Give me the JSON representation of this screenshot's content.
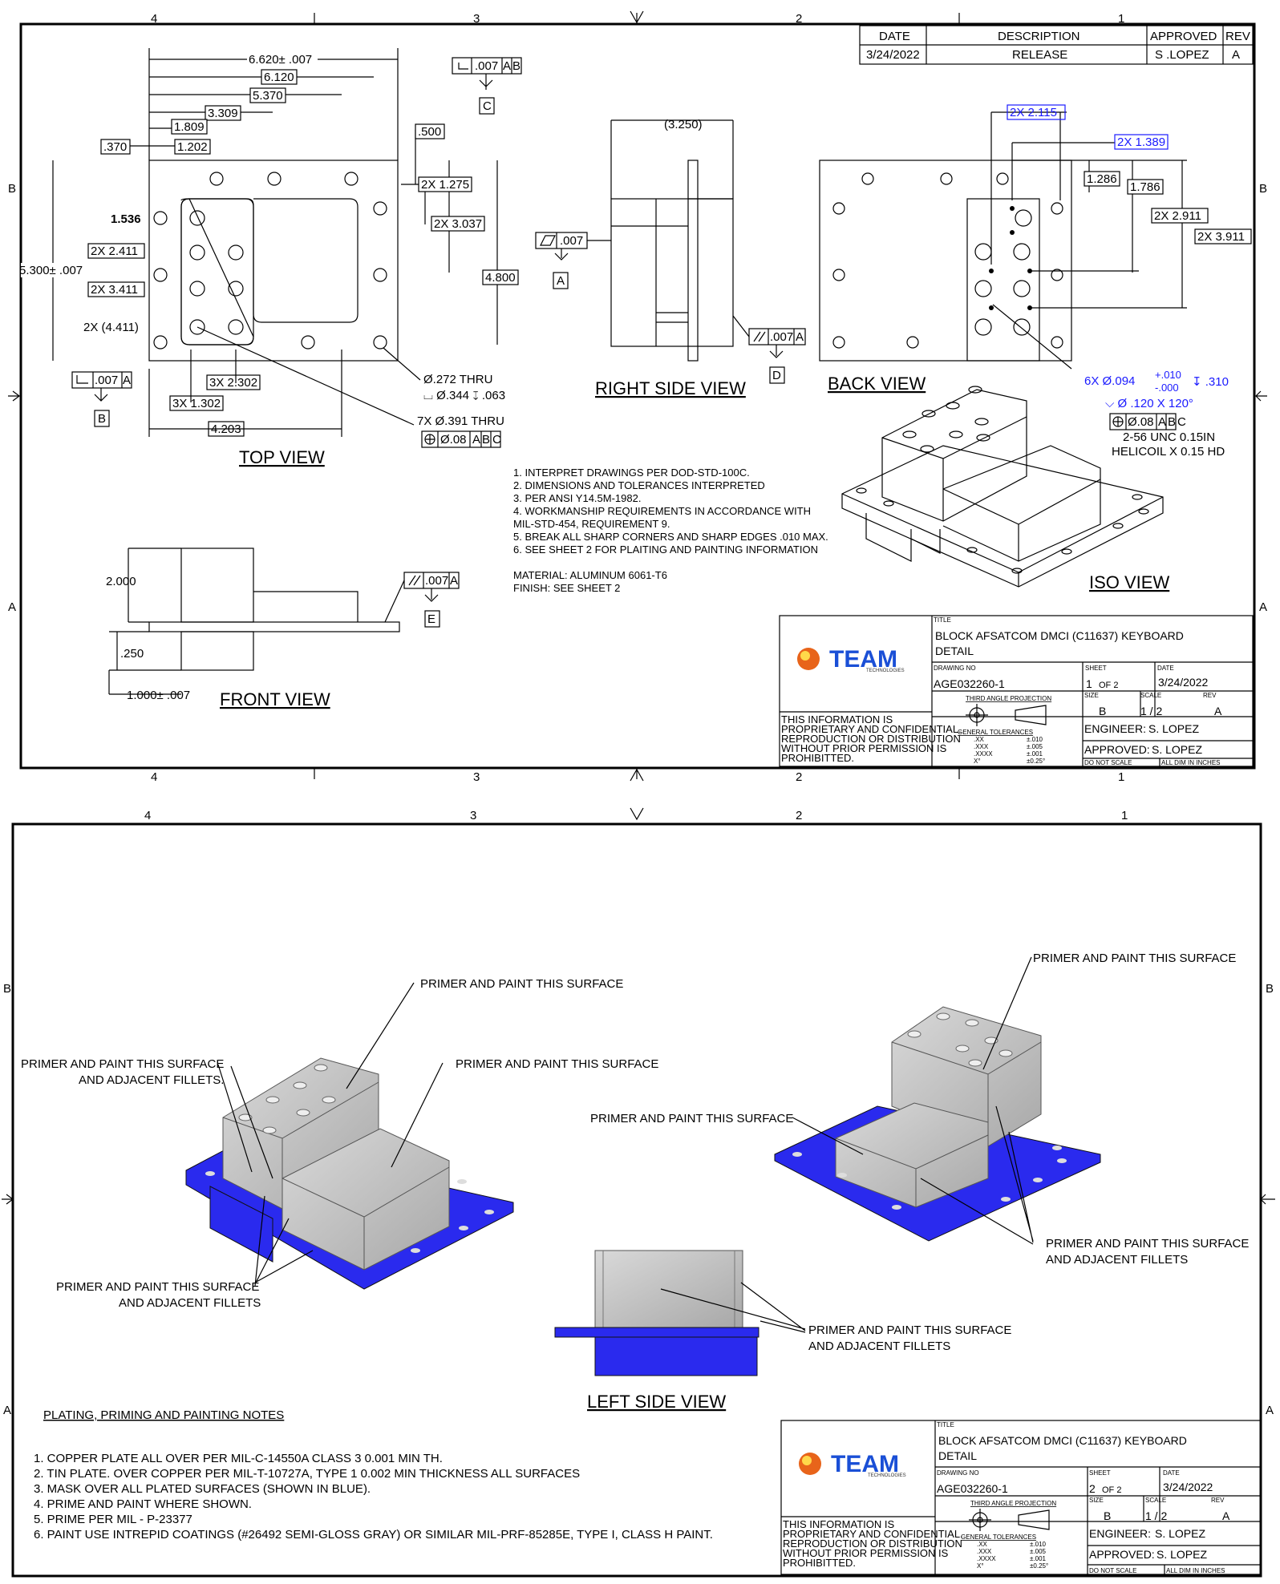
{
  "zones": {
    "top": [
      "4",
      "3",
      "2",
      "1"
    ],
    "side": [
      "B",
      "A"
    ]
  },
  "rev_block": {
    "headers": [
      "DATE",
      "DESCRIPTION",
      "APPROVED",
      "REV"
    ],
    "row": [
      "3/24/2022",
      "RELEASE",
      "S .LOPEZ",
      "A"
    ]
  },
  "sheet1": {
    "views": {
      "top": "TOP VIEW",
      "right": "RIGHT SIDE VIEW",
      "back": "BACK VIEW",
      "front": "FRONT VIEW",
      "iso": "ISO VIEW"
    },
    "top_dims": [
      "6.620± .007",
      "6.120",
      "5.370",
      "3.309",
      "1.809",
      "1.202",
      ".370",
      ".500",
      "2X 1.275",
      "2X 3.037",
      "4.800",
      "1.536",
      "2X 2.411",
      "2X 3.411",
      "2X (4.411)",
      "3X 2.302",
      "3X 1.302",
      "4.203",
      "5.300± .007"
    ],
    "top_callouts": [
      "Ø.272 THRU",
      "⌴ Ø.344 ↧ .063",
      "7X Ø.391 THRU",
      "Ø.08",
      "A",
      "B",
      "C"
    ],
    "datum_C_frame": ".007",
    "datum_B_frame": ".007",
    "right_dims": [
      "(3.250)",
      ".007",
      ".007"
    ],
    "datums": [
      "A",
      "B",
      "C",
      "D",
      "E"
    ],
    "back_dims": [
      "2X 2.115",
      "2X 1.389",
      "1.286",
      "1.786",
      "2X 2.911",
      "2X 3.911"
    ],
    "back_callouts": [
      "6X Ø.094",
      "+.010",
      "-.000",
      "↧ .310",
      "⌵ Ø .120 X 120°",
      "Ø.08",
      "2-56 UNC 0.15IN",
      "HELICOIL X 0.15 HD"
    ],
    "front_dims": [
      "2.000",
      ".250",
      "1.000± .007",
      ".007"
    ],
    "notes": [
      "1.   INTERPRET DRAWINGS PER DOD-STD-100C.",
      "2.   DIMENSIONS AND TOLERANCES INTERPRETED",
      "3.   PER ANSI Y14.5M-1982.",
      "4.   WORKMANSHIP REQUIREMENTS IN ACCORDANCE WITH",
      "       MIL-STD-454, REQUIREMENT 9.",
      "5.   BREAK ALL SHARP CORNERS AND SHARP EDGES .010 MAX.",
      "6.   SEE SHEET 2 FOR PLAITING AND PAINTING INFORMATION"
    ],
    "material": "MATERIAL: ALUMINUM 6061-T6",
    "finish": "FINISH: SEE SHEET 2",
    "title_block": {
      "title_label": "TITLE",
      "title": "BLOCK AFSATCOM DMCI (C11637) KEYBOARD",
      "title2": "DETAIL",
      "drawing_no_label": "DRAWING NO",
      "drawing_no": "AGE032260-1",
      "sheet_label": "SHEET",
      "sheet": "1",
      "sheet_of": "OF 2",
      "date_label": "DATE",
      "date": "3/24/2022",
      "size_label": "SIZE",
      "size": "B",
      "scale_label": "SCALE",
      "scale": "1 / 2",
      "rev_label": "REV",
      "rev": "A",
      "engineer": "ENGINEER:",
      "engineer_name": "S. LOPEZ",
      "approved": "APPROVED:",
      "approved_name": "S. LOPEZ",
      "do_not_scale": "DO NOT SCALE",
      "all_dim": "ALL DIM IN INCHES"
    }
  },
  "logo": {
    "name": "TEAM",
    "sub": "TECHNOLOGIES"
  },
  "projection": "THIRD ANGLE PROJECTION",
  "tolerances": {
    "label": "GENERAL TOLERANCES",
    "rows": [
      [
        ".XX",
        "±.010"
      ],
      [
        ".XXX",
        "±.005"
      ],
      [
        ".XXXX",
        "±.001"
      ],
      [
        "X°",
        "±0.25°"
      ]
    ]
  },
  "proprietary": [
    "THIS INFORMATION IS",
    "PROPRIETARY AND CONFIDENTIAL.",
    "REPRODUCTION OR DISTRIBUTION",
    "WITHOUT PRIOR PERMISSION IS",
    "PROHIBITTED."
  ],
  "sheet2": {
    "left_view": "LEFT SIDE VIEW",
    "callouts": {
      "primer": "PRIMER AND PAINT THIS SURFACE",
      "primer_fillets_l1": "PRIMER AND PAINT THIS SURFACE",
      "primer_fillets_l2a": "AND ADJACENT FILLETS.",
      "primer_fillets_l2b": "AND ADJACENT FILLETS"
    },
    "notes_title": "PLATING, PRIMING AND PAINTING NOTES",
    "notes": [
      "1.     COPPER PLATE ALL OVER PER MIL-C-14550A CLASS 3 0.001 MIN TH.",
      "2.     TIN PLATE. OVER COPPER PER MIL-T-10727A, TYPE 1 0.002 MIN THICKNESS ALL SURFACES",
      "3.     MASK OVER ALL PLATED SURFACES (SHOWN IN BLUE).",
      "4.     PRIME  AND  PAINT WHERE SHOWN.",
      "5.     PRIME PER MIL - P-23377",
      "6.     PAINT USE INTREPID COATINGS (#26492 SEMI-GLOSS GRAY)  OR SIMILAR MIL-PRF-85285E, TYPE I, CLASS H PAINT."
    ],
    "sheet": "2",
    "sheet_of": "OF 2"
  }
}
